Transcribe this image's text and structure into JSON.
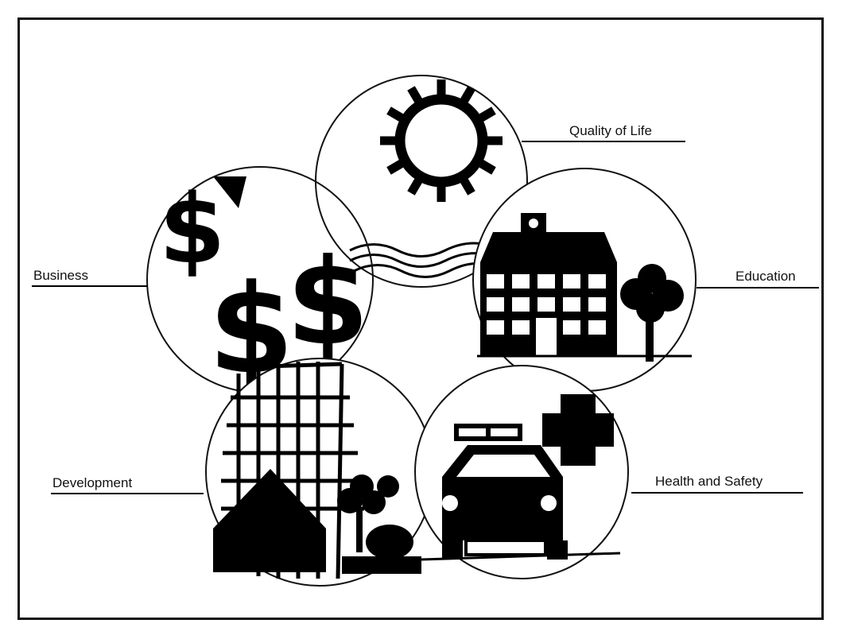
{
  "diagram": {
    "labels": {
      "quality_of_life": "Quality of Life",
      "business": "Business",
      "education": "Education",
      "development": "Development",
      "health_and_safety": "Health and Safety"
    },
    "icons": {
      "quality_of_life": "sun-icon",
      "business": "dollar-signs-icon",
      "education": "school-building-icon",
      "development": "buildings-icon",
      "health_and_safety": "ambulance-icon"
    },
    "line_color": "#000000",
    "fill_color": "#000000",
    "background": "#ffffff"
  }
}
